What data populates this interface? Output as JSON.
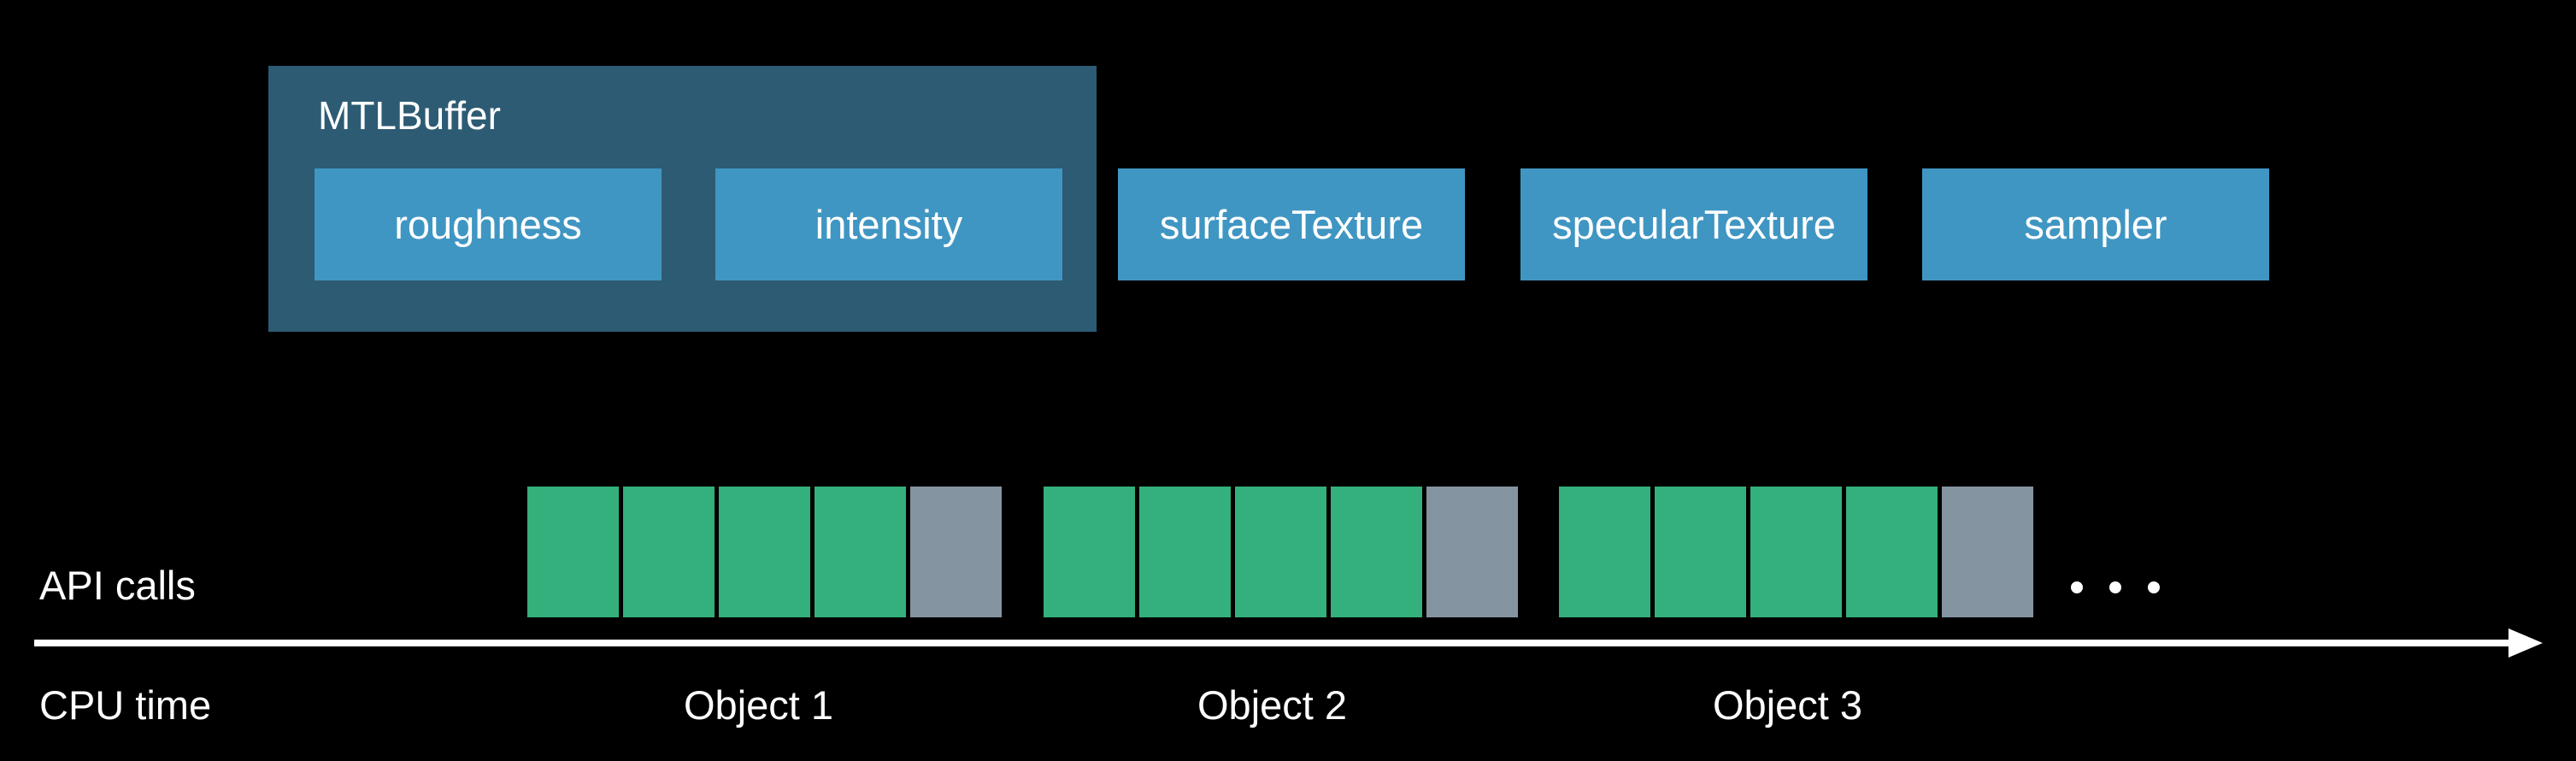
{
  "buffer": {
    "title": "MTLBuffer"
  },
  "arguments": {
    "roughness": "roughness",
    "intensity": "intensity",
    "surfaceTexture": "surfaceTexture",
    "specularTexture": "specularTexture",
    "sampler": "sampler"
  },
  "timeline": {
    "api_calls_label": "API calls",
    "axis_label": "CPU time",
    "continuation": ". . .",
    "objects": [
      "Object 1",
      "Object 2",
      "Object 3"
    ],
    "cells_per_object": [
      "green",
      "green",
      "green",
      "green",
      "gray"
    ]
  },
  "colors": {
    "background": "#000000",
    "buffer_fill": "#2d5b73",
    "argument_fill": "#4096c2",
    "api_call_green": "#33b07b",
    "api_call_gray": "#8594a1",
    "axis": "#ffffff"
  }
}
